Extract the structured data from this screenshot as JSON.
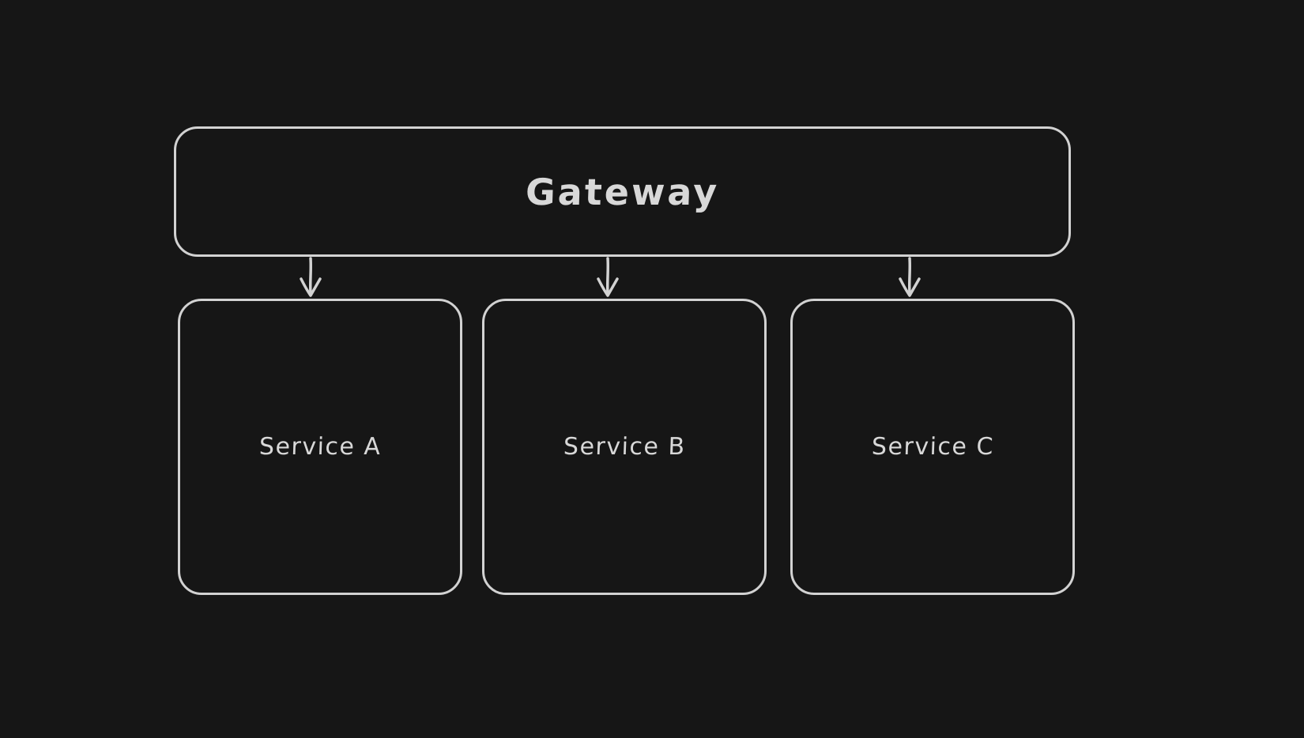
{
  "canvas": {
    "background": "#161616",
    "stroke_color": "#d2d2d2",
    "text_color": "#d8d8d8"
  },
  "diagram": {
    "type": "flowchart",
    "style": "hand-drawn-dark",
    "nodes": [
      {
        "id": "gateway",
        "label": "Gateway",
        "shape": "rounded-rectangle",
        "role": "source"
      },
      {
        "id": "service-a",
        "label": "Service A",
        "shape": "rounded-rectangle",
        "role": "target"
      },
      {
        "id": "service-b",
        "label": "Service B",
        "shape": "rounded-rectangle",
        "role": "target"
      },
      {
        "id": "service-c",
        "label": "Service C",
        "shape": "rounded-rectangle",
        "role": "target"
      }
    ],
    "edges": [
      {
        "from": "gateway",
        "to": "service-a",
        "arrow": "down"
      },
      {
        "from": "gateway",
        "to": "service-b",
        "arrow": "down"
      },
      {
        "from": "gateway",
        "to": "service-c",
        "arrow": "down"
      }
    ]
  }
}
